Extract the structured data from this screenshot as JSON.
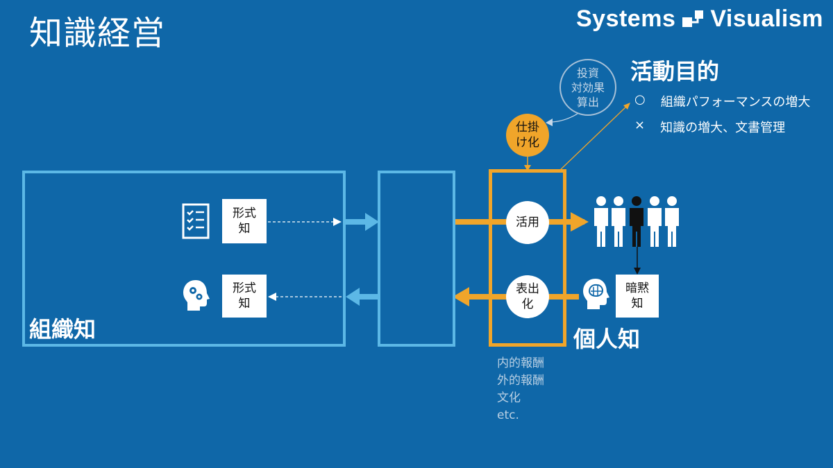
{
  "title": "知識経営",
  "brand": {
    "left": "Systems",
    "right": "Visualism"
  },
  "labels": {
    "org_knowledge": "組織知",
    "personal_knowledge": "個人知",
    "explicit_top": "形式\n知",
    "explicit_bottom": "形式\n知",
    "tacit": "暗黙\n知",
    "utilize": "活用",
    "express": "表出\n化",
    "mechanize": "仕掛\nけ化",
    "roi": "投資\n対効果\n算出"
  },
  "goals": {
    "title": "活動目的",
    "items": [
      {
        "mark": "○",
        "text": "組織パフォーマンスの増大"
      },
      {
        "mark": "×",
        "text": "知識の増大、文書管理"
      }
    ]
  },
  "incentives": [
    "内的報酬",
    "外的報酬",
    "文化",
    "etc."
  ],
  "colors": {
    "background": "#0f67a8",
    "blue": "#5cb8e6",
    "orange": "#f0a52a"
  }
}
